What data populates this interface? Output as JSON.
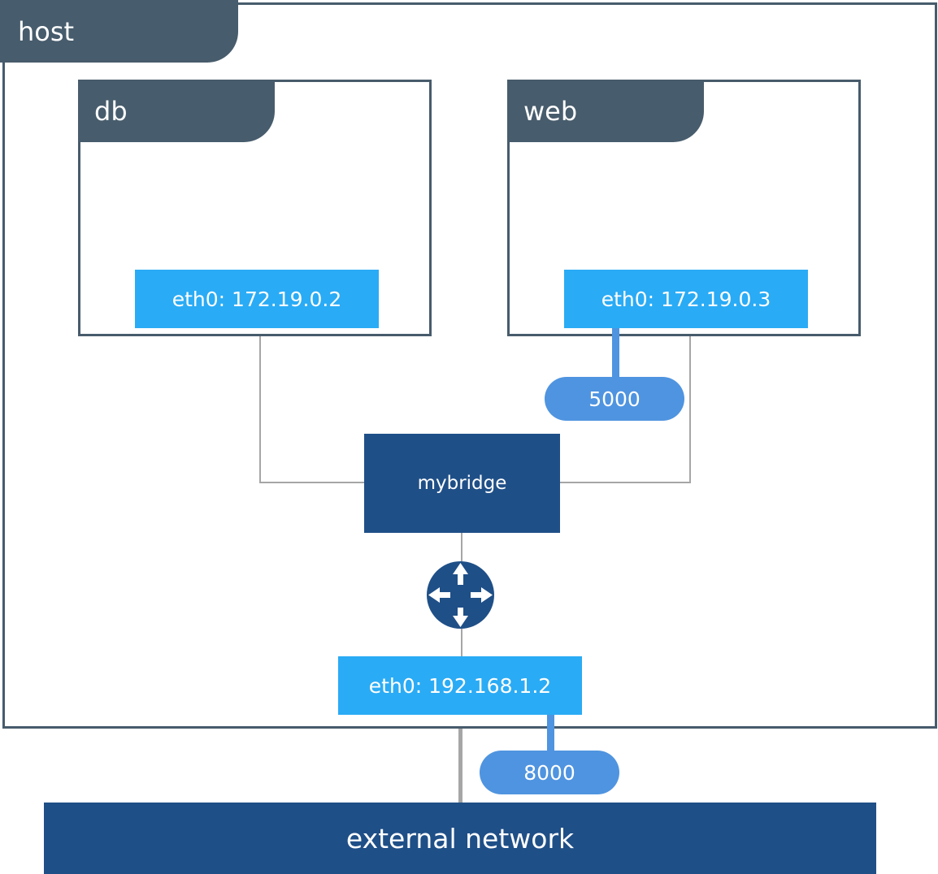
{
  "host": {
    "label": "host"
  },
  "containers": {
    "db": {
      "label": "db",
      "interface": "eth0: 172.19.0.2"
    },
    "web": {
      "label": "web",
      "interface": "eth0: 172.19.0.3",
      "port": "5000"
    }
  },
  "bridge": {
    "label": "mybridge"
  },
  "host_interface": {
    "label": "eth0: 192.168.1.2",
    "port": "8000"
  },
  "external": {
    "label": "external network"
  },
  "icons": {
    "router": "router-icon"
  },
  "colors": {
    "frame": "#475c6c",
    "interface": "#2aabf5",
    "port": "#4f94e0",
    "bridge": "#1f4f87",
    "line": "#a6a6a6"
  }
}
